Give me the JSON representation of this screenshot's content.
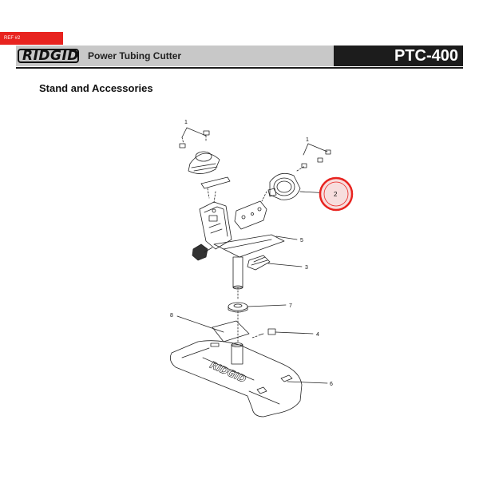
{
  "ref_tag": "REF #2",
  "header": {
    "brand": "RIDGID",
    "product": "Power Tubing Cutter",
    "model": "PTC-400"
  },
  "section_title": "Stand and Accessories",
  "callouts": {
    "c1a": "1",
    "c1b": "1",
    "c2": "2",
    "c3": "3",
    "c4": "4",
    "c5": "5",
    "c6": "6",
    "c7": "7",
    "c8": "8"
  },
  "base_logo": "RIDGID",
  "colors": {
    "ref_tag_red": "#e8231f",
    "highlight_red": "#e8231f",
    "header_gray": "#c8c8c8",
    "header_dark": "#1c1c1c"
  }
}
